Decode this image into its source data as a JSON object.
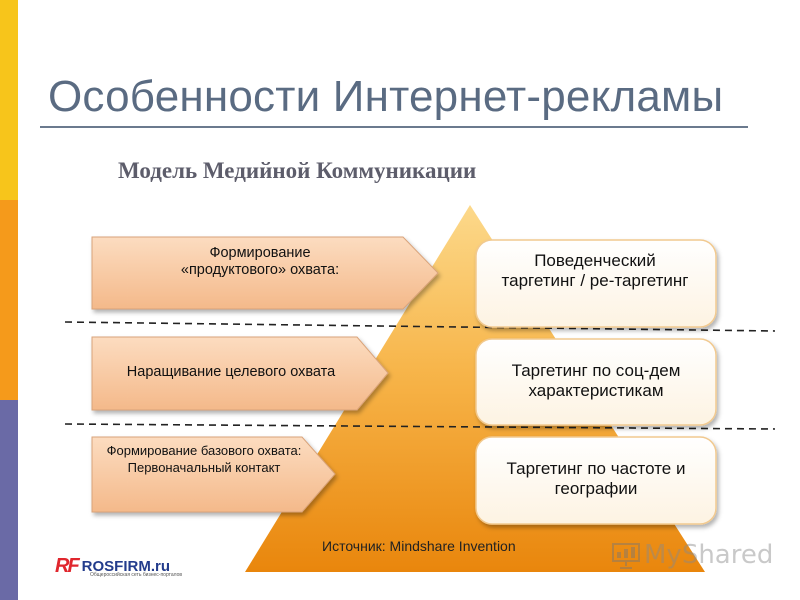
{
  "slide": {
    "title": "Особенности Интернет-рекламы",
    "subtitle": "Модель Медийной Коммуникации"
  },
  "arrows": [
    {
      "label": "Формирование «продуктового» охвата:"
    },
    {
      "label": "Наращивание целевого охвата"
    },
    {
      "label": "Формирование базового охвата: Первоначальный контакт"
    }
  ],
  "pyramid_boxes": [
    {
      "label": "Поведенческий таргетинг / ре-таргетинг"
    },
    {
      "label": "Таргетинг по соц-дем характеристикам"
    },
    {
      "label": "Таргетинг по частоте и географии"
    }
  ],
  "source_text": "Источник: Mindshare Invention",
  "logo": {
    "mark": "RF",
    "name": "ROSFIRM.ru",
    "tagline": "Общероссийская сеть бизнес-порталов"
  },
  "watermark": {
    "text": "MyShared",
    "icon": "presentation-board-icon"
  },
  "colors": {
    "sidebar_top": "#f7c51b",
    "sidebar_middle": "#f59a1b",
    "sidebar_bottom": "#6a6aa6",
    "pyramid_light": "#fbd27a",
    "pyramid_dark": "#e9860c",
    "arrow_fill": "#f8c9a3",
    "title_color": "#5a6b82"
  }
}
